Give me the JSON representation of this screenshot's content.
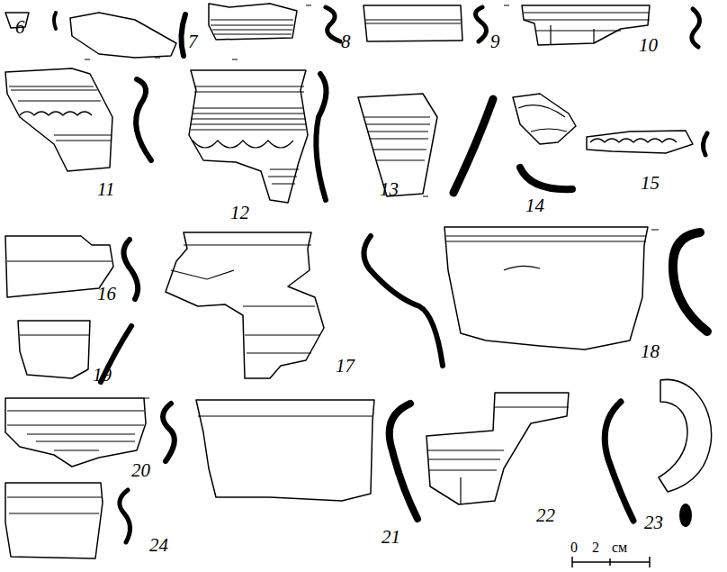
{
  "diagram": {
    "labels": [
      "6",
      "7",
      "8",
      "9",
      "10",
      "11",
      "12",
      "13",
      "14",
      "15",
      "16",
      "17",
      "18",
      "19",
      "20",
      "21",
      "22",
      "23",
      "24",
      "0",
      "2",
      "см"
    ]
  }
}
